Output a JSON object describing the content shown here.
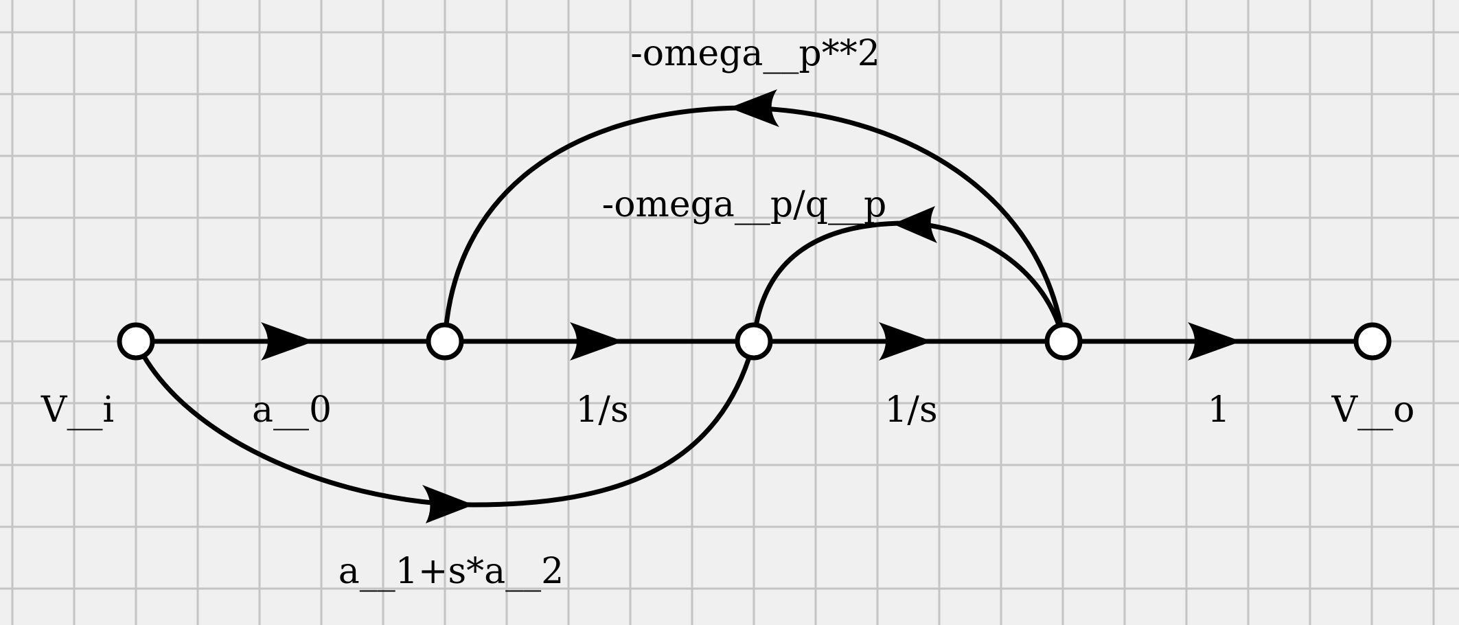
{
  "diagram": {
    "nodes": {
      "input": "V__i",
      "output": "V__o"
    },
    "edges": {
      "forward_a0": "a__0",
      "forward_int1": "1/s",
      "forward_int2": "1/s",
      "forward_out": "1",
      "feedforward": "a__1+s*a__2",
      "feedback_inner": "-omega__p/q__p",
      "feedback_outer": "-omega__p**2"
    }
  }
}
